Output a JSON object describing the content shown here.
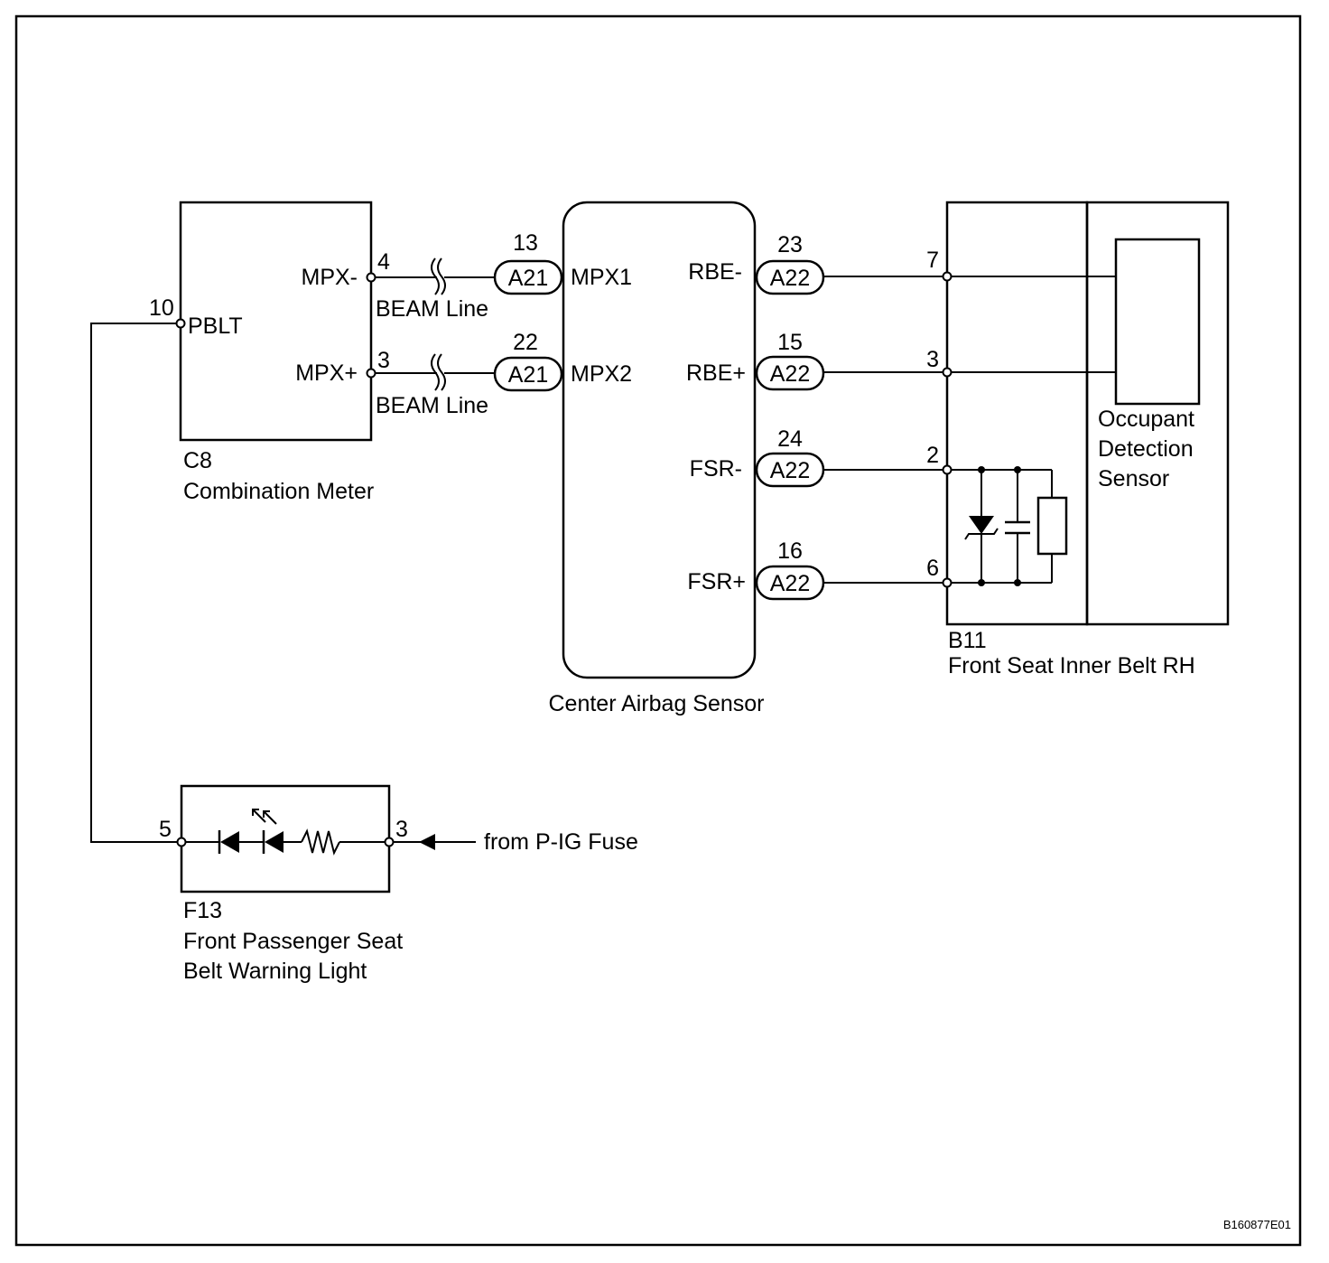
{
  "diagram": {
    "combination_meter": {
      "code": "C8",
      "name": "Combination Meter",
      "pins": {
        "mpx_minus": {
          "label": "MPX-",
          "number": "4"
        },
        "mpx_plus": {
          "label": "MPX+",
          "number": "3"
        },
        "pblt": {
          "label": "PBLT",
          "number": "10"
        }
      }
    },
    "beam_line_label": "BEAM Line",
    "center_airbag_sensor": {
      "name": "Center Airbag Sensor",
      "pins": {
        "mpx1": {
          "label": "MPX1",
          "connector": "A21",
          "number": "13"
        },
        "mpx2": {
          "label": "MPX2",
          "connector": "A21",
          "number": "22"
        },
        "rbe_minus": {
          "label": "RBE-",
          "connector": "A22",
          "number": "23"
        },
        "rbe_plus": {
          "label": "RBE+",
          "connector": "A22",
          "number": "15"
        },
        "fsr_minus": {
          "label": "FSR-",
          "connector": "A22",
          "number": "24"
        },
        "fsr_plus": {
          "label": "FSR+",
          "connector": "A22",
          "number": "16"
        }
      }
    },
    "front_seat_inner_belt": {
      "code": "B11",
      "name": "Front Seat Inner Belt RH",
      "pins": {
        "p7": "7",
        "p3": "3",
        "p2": "2",
        "p6": "6"
      },
      "occupant_sensor": {
        "line1": "Occupant",
        "line2": "Detection",
        "line3": "Sensor"
      }
    },
    "warning_light": {
      "code": "F13",
      "name_line1": "Front Passenger Seat",
      "name_line2": "Belt Warning Light",
      "pins": {
        "p5": "5",
        "p3": "3"
      }
    },
    "from_fuse": "from P-IG Fuse",
    "figure_id": "B160877E01"
  }
}
